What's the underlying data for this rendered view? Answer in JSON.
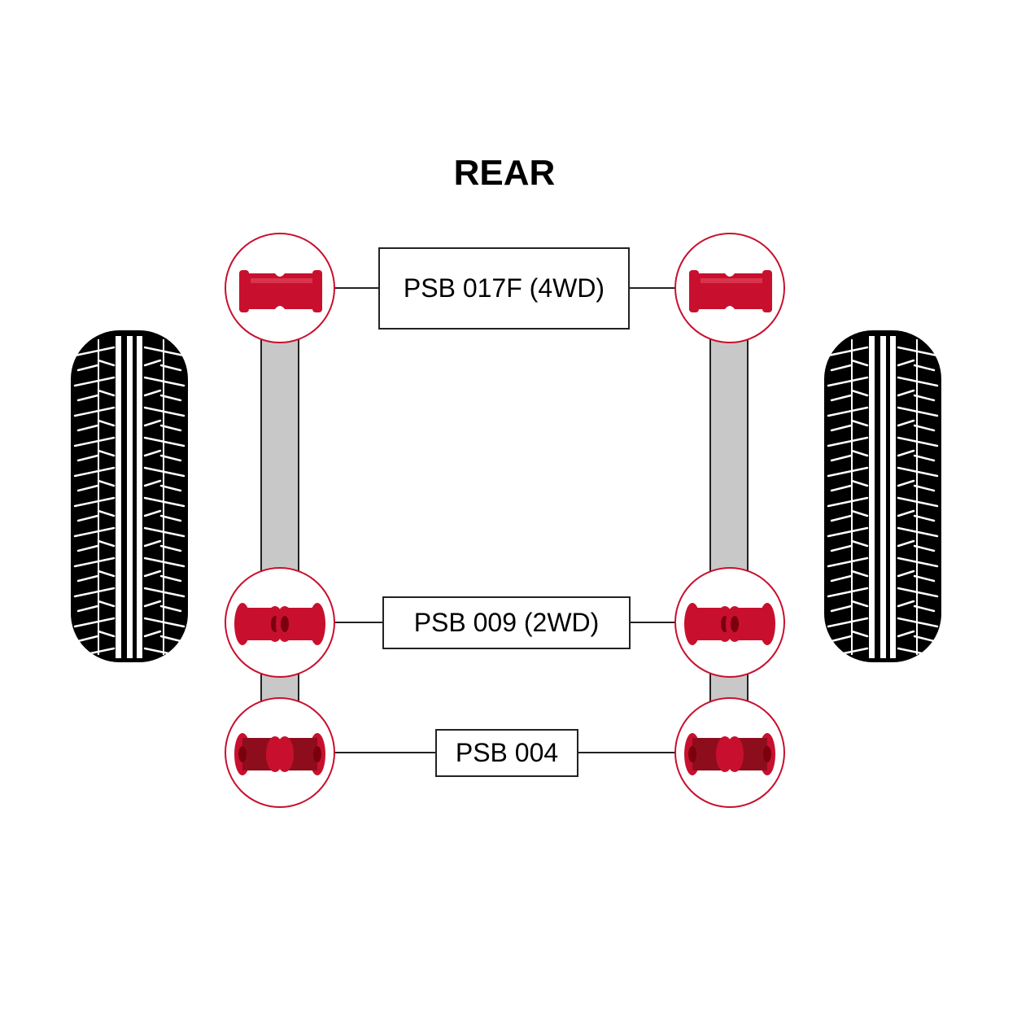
{
  "title": "REAR",
  "parts": [
    {
      "label": "PSB 017F (4WD)",
      "type": "sleeve"
    },
    {
      "label": "PSB 009 (2WD)",
      "type": "pair-flanged"
    },
    {
      "label": "PSB 004",
      "type": "pair-flanged-dark"
    }
  ],
  "colors": {
    "bushing": "#c8102e",
    "bushing_dark": "#8e0d1c",
    "circle_border": "#c8102e",
    "beam": "#c8c8c8",
    "tire": "#000000"
  }
}
